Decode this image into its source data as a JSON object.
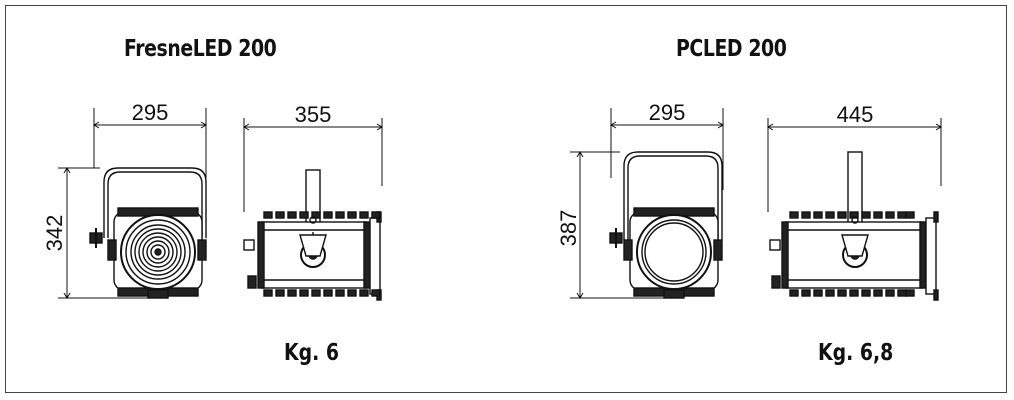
{
  "products": [
    {
      "name": "FresneLED 200",
      "front_width": "295",
      "side_depth": "355",
      "height": "342",
      "weight": "Kg. 6"
    },
    {
      "name": "PCLED 200",
      "front_width": "295",
      "side_depth": "445",
      "height": "387",
      "weight": "Kg. 6,8"
    }
  ],
  "colors": {
    "line": "#111111",
    "fill_dark": "#222222",
    "background": "#ffffff"
  }
}
